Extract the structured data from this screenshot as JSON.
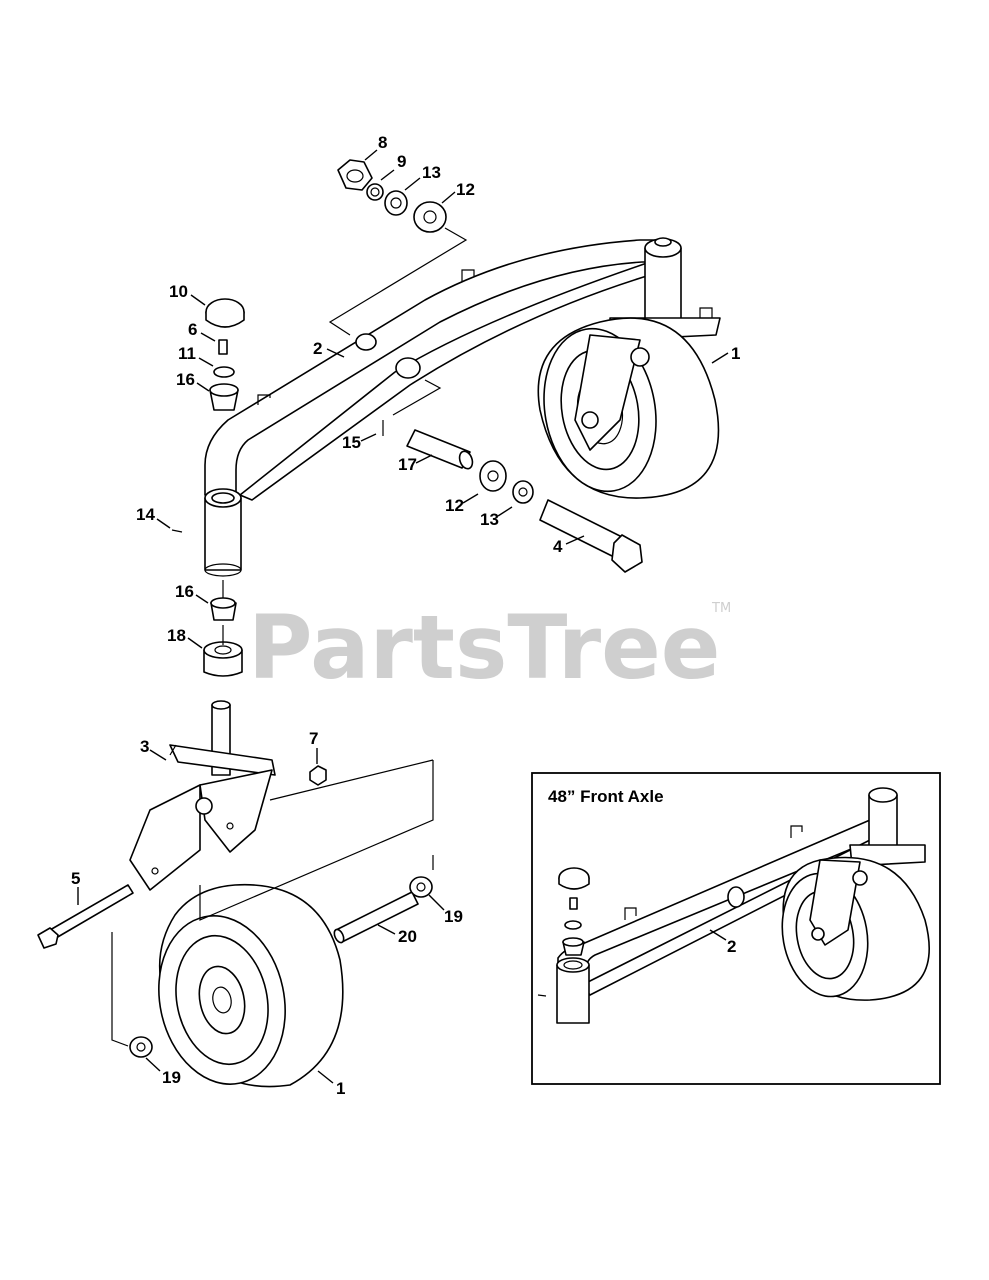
{
  "watermark": {
    "text": "PartsTree",
    "trademark": "TM",
    "color": "#cfcfcf"
  },
  "inset": {
    "title": "48” Front Axle",
    "callouts": {
      "axle": "2"
    }
  },
  "callouts": {
    "c1_top": "1",
    "c2_top": "2",
    "c3": "3",
    "c4": "4",
    "c5": "5",
    "c6": "6",
    "c7": "7",
    "c8": "8",
    "c9": "9",
    "c10": "10",
    "c11": "11",
    "c12_top": "12",
    "c12_mid": "12",
    "c13_top": "13",
    "c13_mid": "13",
    "c14": "14",
    "c15": "15",
    "c16_top": "16",
    "c16_bottom": "16",
    "c17": "17",
    "c18": "18",
    "c19_right": "19",
    "c19_left": "19",
    "c20": "20",
    "c1_bottom": "1"
  }
}
